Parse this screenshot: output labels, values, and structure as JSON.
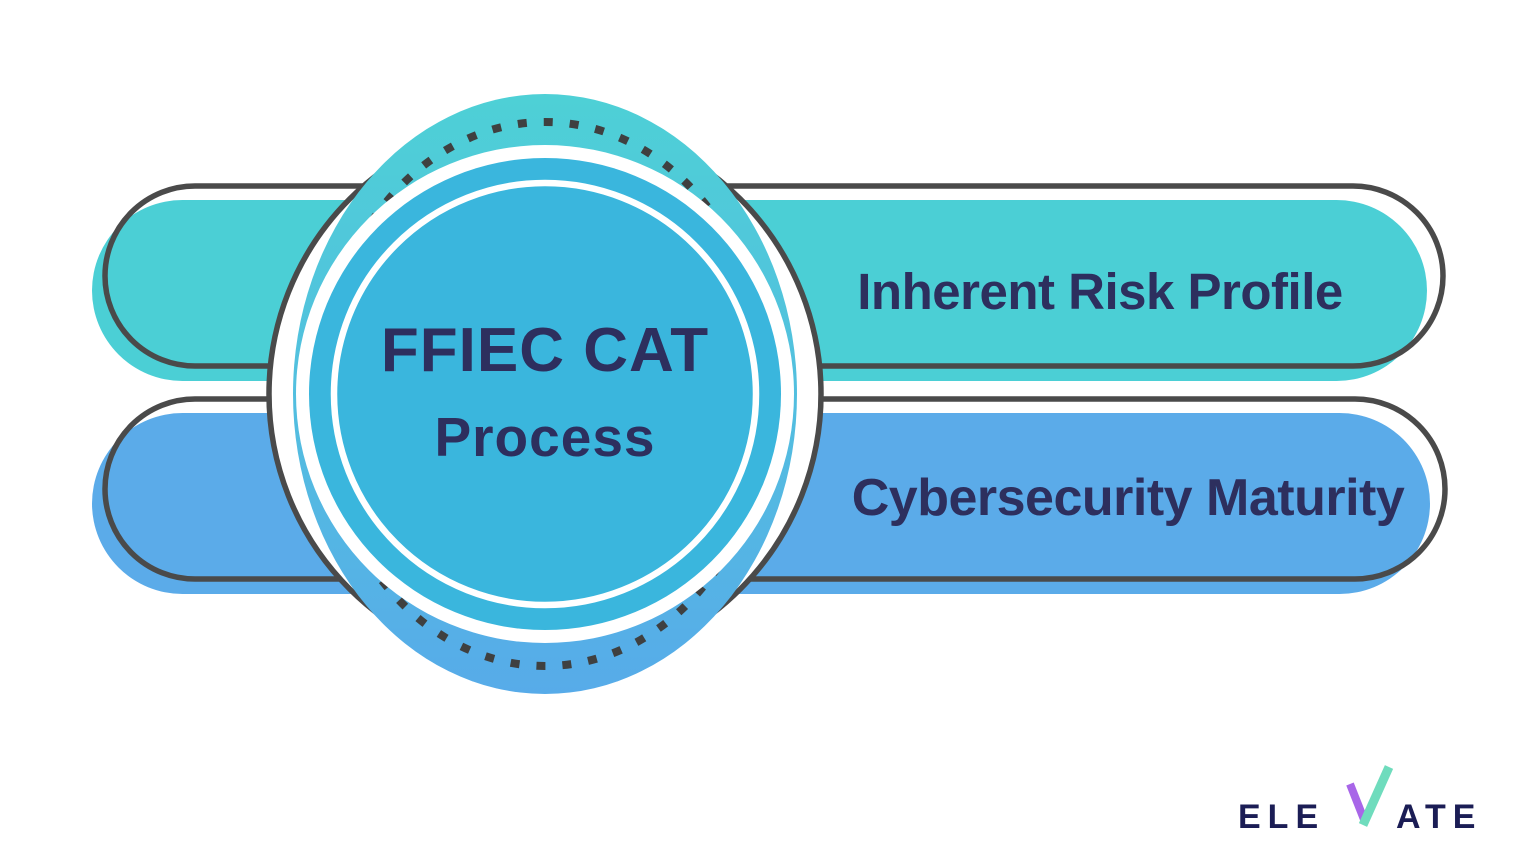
{
  "diagram": {
    "center": {
      "title": "FFIEC CAT",
      "subtitle": "Process"
    },
    "branches": [
      {
        "label": "Inherent Risk Profile",
        "color": "#4bcfd5"
      },
      {
        "label": "Cybersecurity Maturity",
        "color": "#5babe9"
      }
    ]
  },
  "colors": {
    "background": "#ffffff",
    "outline_dark": "#4a4a4a",
    "dash_dark": "#3f4040",
    "circle_fill": "#3ab6dd",
    "gradient_top": "#4ed0d6",
    "gradient_bottom": "#57abe9",
    "text_navy": "#2d2f5e",
    "logo_navy": "#1b1d55",
    "logo_purple": "#a866e8",
    "logo_mint": "#6fdcbd"
  },
  "logo": {
    "full_name": "ELEVATE",
    "prefix": "ELE",
    "suffix": "ATE",
    "check_icon": "stylized-v-checkmark"
  }
}
